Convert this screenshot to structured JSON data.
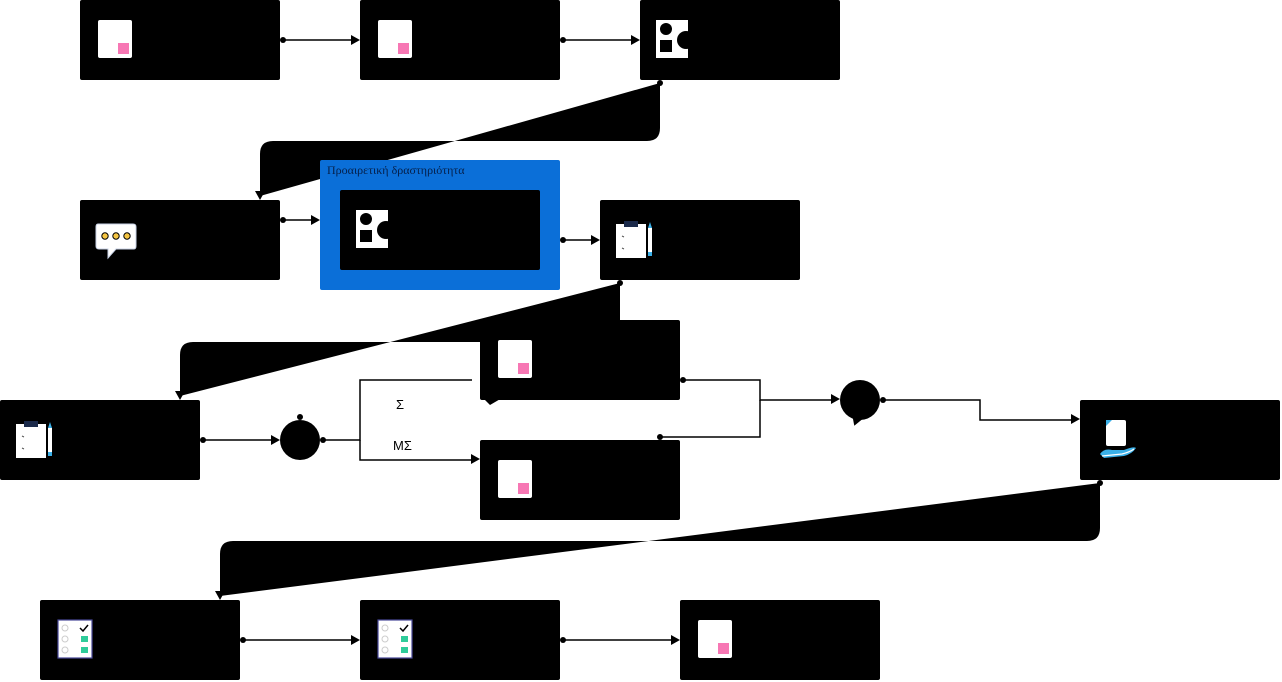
{
  "sequence": {
    "optional_group_label": "Προαιρετική δραστηριότητα",
    "branch_labels": [
      "Σ",
      "ΜΣ"
    ],
    "icon_names": [
      "page-marker-icon",
      "page-marker-icon",
      "shapes-icon",
      "speech-bubble-icon",
      "shapes-icon",
      "clipboard-pencil-icon",
      "clipboard-pencil-icon",
      "page-marker-icon",
      "page-marker-icon",
      "hand-document-icon",
      "checklist-icon",
      "checklist-icon",
      "page-marker-icon"
    ]
  },
  "colors": {
    "node_fill": "#000000",
    "optional_group_fill": "#0b6fd8",
    "marker_pink": "#f777b4",
    "check_teal": "#2ecc9a",
    "hand_blue": "#3ab0e8"
  }
}
